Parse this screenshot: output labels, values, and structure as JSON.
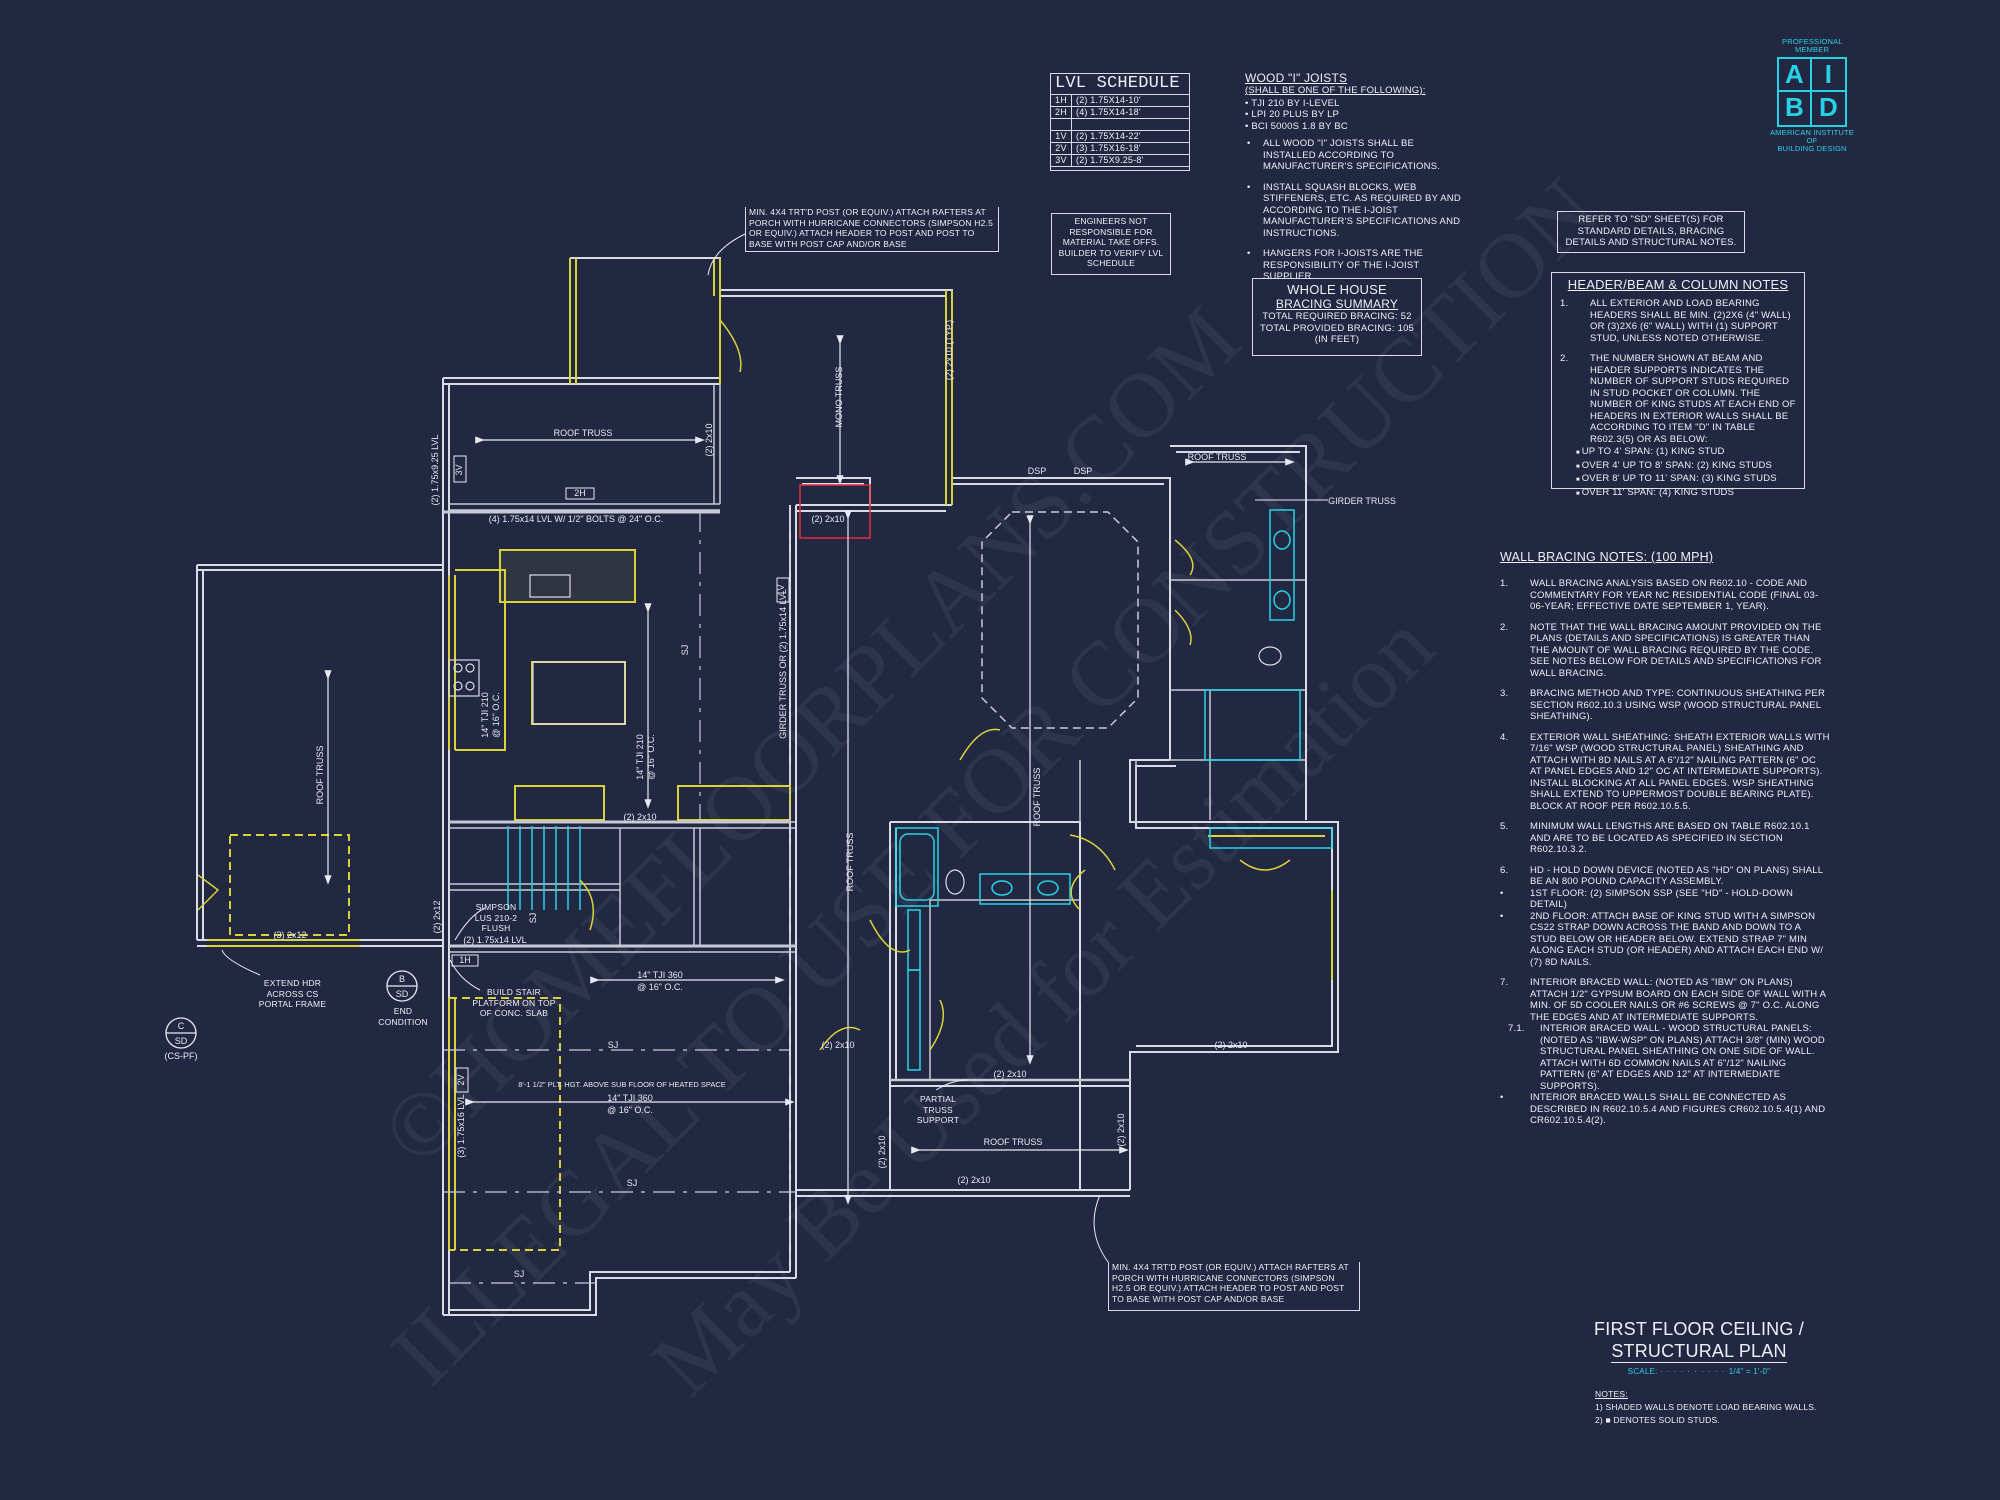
{
  "lvl_schedule": {
    "title": "LVL SCHEDULE",
    "rows": [
      {
        "id": "1H",
        "spec": "(2) 1.75x14-10'"
      },
      {
        "id": "2H",
        "spec": "(4) 1.75x14-18'"
      },
      {
        "id": "",
        "spec": ""
      },
      {
        "id": "1V",
        "spec": "(2) 1.75x14-22'"
      },
      {
        "id": "2V",
        "spec": "(3) 1.75x16-18'"
      },
      {
        "id": "3V",
        "spec": "(2) 1.75x9.25-8'"
      }
    ]
  },
  "engineers_note": "ENGINEERS NOT RESPONSIBLE FOR MATERIAL TAKE OFFS. BUILDER TO VERIFY LVL SCHEDULE",
  "joists": {
    "title": "WOOD \"I\" JOISTS",
    "subtitle": "(SHALL BE ONE OF THE FOLLOWING):",
    "items": [
      "TJI 210 BY I-LEVEL",
      "LPI 20 PLUS BY LP",
      "BCI 5000s 1.8 BY BC"
    ],
    "notes": [
      "ALL WOOD \"I\" JOISTS SHALL BE INSTALLED ACCORDING TO MANUFACTURER'S SPECIFICATIONS.",
      "INSTALL SQUASH BLOCKS, WEB STIFFENERS, ETC. AS REQUIRED BY AND ACCORDING TO THE I-JOIST MANUFACTURER'S SPECIFICATIONS AND INSTRUCTIONS.",
      "HANGERS FOR I-JOISTS ARE THE RESPONSIBILITY OF THE I-JOIST SUPPLIER."
    ]
  },
  "bracing_summary": {
    "title1": "WHOLE HOUSE",
    "title2": "BRACING SUMMARY",
    "required": "TOTAL REQUIRED BRACING: 52",
    "provided": "TOTAL PROVIDED BRACING: 105",
    "unit": "(IN FEET)"
  },
  "refer_note": "REFER TO \"SD\" SHEET(S) FOR STANDARD DETAILS, BRACING DETAILS AND STRUCTURAL NOTES.",
  "logo": {
    "top": "PROFESSIONAL MEMBER",
    "letters": [
      "A",
      "I",
      "B",
      "D"
    ],
    "bottom1": "AMERICAN INSTITUTE",
    "bottom2": "OF",
    "bottom3": "BUILDING DESIGN"
  },
  "header_notes": {
    "title": "HEADER/BEAM & COLUMN NOTES",
    "n1": "ALL EXTERIOR AND LOAD BEARING HEADERS SHALL BE MIN. (2)2x6 (4\" WALL) OR (3)2x6 (6\" WALL) WITH (1) SUPPORT STUD, UNLESS NOTED OTHERWISE.",
    "n2": "THE NUMBER SHOWN AT BEAM AND HEADER SUPPORTS INDICATES THE NUMBER OF SUPPORT STUDS REQUIRED IN STUD POCKET OR COLUMN. THE NUMBER OF KING STUDS AT EACH END OF HEADERS IN EXTERIOR WALLS SHALL BE ACCORDING TO ITEM \"d\" IN TABLE R602.3(5) OR AS BELOW:",
    "spans": [
      "UP TO 4' SPAN: (1) KING STUD",
      "OVER 4' UP TO 8' SPAN: (2) KING STUDS",
      "OVER 8' UP TO 11' SPAN: (3) KING STUDS",
      "OVER 11' SPAN: (4) KING STUDS"
    ]
  },
  "wall_bracing": {
    "title": "WALL BRACING NOTES: (100 MPH)",
    "n1": "WALL BRACING ANALYSIS BASED ON R602.10 - CODE AND COMMENTARY FOR YEAR NC RESIDENTIAL CODE (FINAL 03-06-YEAR; EFFECTIVE DATE SEPTEMBER 1, YEAR).",
    "n2": "NOTE THAT THE WALL BRACING AMOUNT PROVIDED ON THE PLANS (DETAILS AND SPECIFICATIONS) IS GREATER THAN THE AMOUNT OF WALL BRACING REQUIRED BY THE CODE. SEE NOTES BELOW FOR DETAILS AND SPECIFICATIONS FOR WALL BRACING.",
    "n3": "BRACING METHOD AND TYPE: CONTINUOUS SHEATHING PER SECTION R602.10.3 USING WSP (WOOD STRUCTURAL PANEL SHEATHING).",
    "n4": "EXTERIOR WALL SHEATHING: SHEATH EXTERIOR WALLS WITH 7/16\" WSP (WOOD STRUCTURAL PANEL) SHEATHING AND ATTACH WITH 8d NAILS AT A 6\"/12\" NAILING PATTERN (6\" OC AT PANEL EDGES AND 12\" OC AT INTERMEDIATE SUPPORTS). INSTALL BLOCKING AT ALL PANEL EDGES. WSP SHEATHING SHALL EXTEND TO UPPERMOST DOUBLE BEARING PLATE). BLOCK AT ROOF PER R602.10.5.5.",
    "n5": "MINIMUM WALL LENGTHS ARE BASED ON TABLE R602.10.1 AND ARE TO BE LOCATED AS SPECIFIED IN SECTION R602.10.3.2.",
    "n6": "HD - HOLD DOWN DEVICE (NOTED AS \"HD\" ON PLANS) SHALL BE AN 800 POUND CAPACITY ASSEMBLY.",
    "n6a": "1ST FLOOR: (2) SIMPSON SSP (SEE \"HD\" - HOLD-DOWN DETAIL)",
    "n6b": "2ND FLOOR: ATTACH BASE OF KING STUD WITH A SIMPSON CS22 STRAP DOWN ACROSS THE BAND AND DOWN TO A STUD BELOW OR HEADER BELOW. EXTEND STRAP 7\" MIN ALONG EACH STUD (OR HEADER) AND ATTACH EACH END W/ (7) 8d NAILS.",
    "n7": "INTERIOR BRACED WALL: (NOTED AS \"IBW\" ON PLANS) ATTACH 1/2\" GYPSUM BOARD ON EACH SIDE OF WALL WITH A MIN. OF 5d COOLER NAILS OR #6 SCREWS @ 7\" O.C. ALONG THE EDGES AND AT INTERMEDIATE SUPPORTS.",
    "n71": "INTERIOR BRACED WALL - WOOD STRUCTURAL PANELS: (NOTED AS \"IBW-WSP\" ON PLANS) ATTACH 3/8\" (MIN) WOOD STRUCTURAL PANEL SHEATHING ON ONE SIDE OF WALL. ATTACH WITH 6d COMMON NAILS AT 6\"/12\" NAILING PATTERN (6\" AT EDGES AND 12\" AT INTERMEDIATE SUPPORTS).",
    "n8": "INTERIOR BRACED WALLS SHALL BE CONNECTED AS DESCRIBED IN R602.10.5.4 AND FIGURES CR602.10.5.4(1) AND CR602.10.5.4(2)."
  },
  "title_block": {
    "line1": "FIRST FLOOR CEILING /",
    "line2": "STRUCTURAL PLAN",
    "scale_label": "SCALE:",
    "scale": "1/4\" = 1'-0\"",
    "notes_label": "NOTES:",
    "note1": "1) SHADED WALLS DENOTE LOAD BEARING WALLS.",
    "note2": "2) ■ DENOTES SOLID STUDS."
  },
  "callouts": {
    "porch_top": "MIN. 4x4 TRT'D POST (OR EQUIV.) ATTACH RAFTERS AT PORCH WITH HURRICANE CONNECTORS (SIMPSON H2.5 OR EQUIV.) ATTACH HEADER TO POST AND POST TO BASE WITH POST CAP AND/OR BASE",
    "porch_bottom": "MIN. 4x4 TRT'D POST (OR EQUIV.) ATTACH RAFTERS AT PORCH WITH HURRICANE CONNECTORS (SIMPSON H2.5 OR EQUIV.) ATTACH HEADER TO POST AND POST TO BASE WITH POST CAP AND/OR BASE",
    "extend_hdr": "EXTEND HDR ACROSS CS PORTAL FRAME",
    "end_condition": "END CONDITION",
    "stair": "BUILD STAIR PLATFORM ON TOP OF CONC. SLAB",
    "simpson": "SIMPSON LUS 210-2 FLUSH",
    "partial_truss": "PARTIAL TRUSS SUPPORT",
    "girder_truss": "GIRDER TRUSS",
    "plt_note": "8'-1 1/2\" PLT. HGT. ABOVE SUB FLOOR OF HEATED SPACE"
  },
  "plan_labels": {
    "roof_truss": "ROOF TRUSS",
    "mono_truss": "MONO TRUSS",
    "sj": "SJ",
    "dsp": "DSP",
    "lvl_bolts": "(4) 1.75x14 LVL W/ 1/2\" BOLTS @ 24\" O.C.",
    "tji_360": "14\" TJI 360",
    "oc16": "@ 16\" O.C.",
    "tji_210": "14\" TJI 210",
    "hdr_2x10": "(2) 2x10",
    "hdr_3x12": "(3) 2x12",
    "hdr_2x12": "(2) 2x12",
    "lvl_1_75x14": "(2) 1.75x14 LVL",
    "lvl_side": "(2) 1.75x9.25 LVL",
    "lvl_3_16": "(3) 1.75x16 LVL",
    "girder_or_lvl": "GIRDER TRUSS OR (2) 1.75x14 LVL",
    "typ": "(2) 2x10 (TYP.)",
    "tag_1h": "1H",
    "tag_2h": "2H",
    "tag_1v": "1V",
    "tag_2v": "2V",
    "tag_3v": "3V",
    "sd": "SD",
    "cs_pf": "(CS-PF)",
    "c": "C",
    "b": "B"
  },
  "watermarks": [
    "©HOMEFLOORPLANS.COM",
    "ILLEGAL TO USE FOR CONSTRUCTION",
    "May Be Used for Estimation"
  ],
  "colors": {
    "background": "#232842",
    "wall": "#d9dce6",
    "yellow": "#d8d33a",
    "cyan": "#28d2e6",
    "red": "#e0303a"
  }
}
